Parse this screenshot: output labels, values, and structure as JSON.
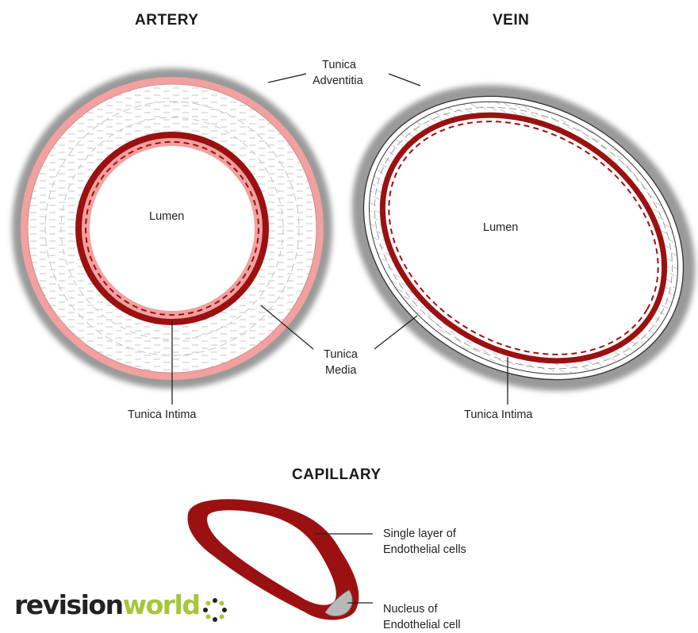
{
  "diagram": {
    "artery": {
      "title": "ARTERY",
      "lumen_label": "Lumen",
      "intima_label": "Tunica Intima"
    },
    "vein": {
      "title": "VEIN",
      "lumen_label": "Lumen",
      "intima_label": "Tunica Intima"
    },
    "shared_labels": {
      "adventitia_line1": "Tunica",
      "adventitia_line2": "Adventitia",
      "media_line1": "Tunica",
      "media_line2": "Media"
    },
    "capillary": {
      "title": "CAPILLARY",
      "endothelium_line1": "Single layer of",
      "endothelium_line2": "Endothelial cells",
      "nucleus_line1": "Nucleus of",
      "nucleus_line2": "Endothelial cell"
    },
    "colors": {
      "adventitia": "#9a9a9a",
      "elastic_layer": "#f2a0a0",
      "intima": "#9b1111",
      "nucleus": "#b8b8b8"
    }
  },
  "logo": {
    "part1": "revision",
    "part2": "world",
    "accent": "#a6c53a"
  }
}
